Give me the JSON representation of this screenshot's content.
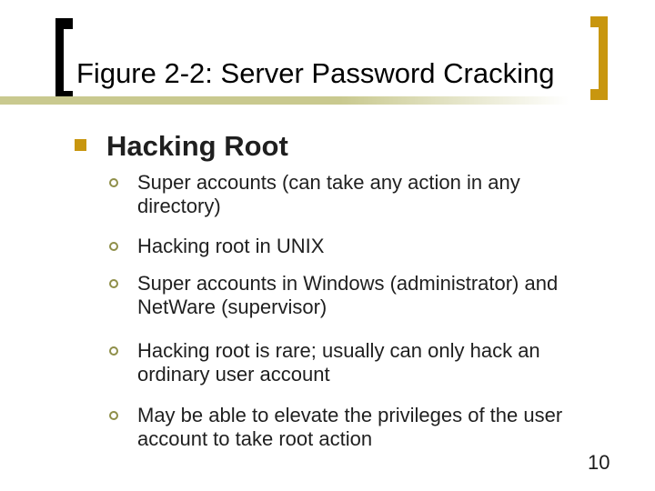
{
  "slide": {
    "title": "Figure 2-2: Server Password Cracking",
    "heading": "Hacking Root",
    "bullets": [
      {
        "text": "Super accounts (can take any action in any\ndirectory)"
      },
      {
        "text": "Hacking root in UNIX"
      },
      {
        "text": "Super accounts in Windows (administrator) and\nNetWare (supervisor)"
      },
      {
        "text": "Hacking root is rare; usually can only hack an\nordinary user account"
      },
      {
        "text": "May be able to elevate the privileges of the user\naccount to take root action"
      }
    ],
    "page_number": "10"
  },
  "colors": {
    "accent_gold": "#C8960F",
    "accent_olive": "#8F8F4A",
    "band_khaki": "#C9C98F",
    "title_text": "#000000",
    "body_text": "#1F1F1F",
    "background": "#FFFFFF"
  }
}
